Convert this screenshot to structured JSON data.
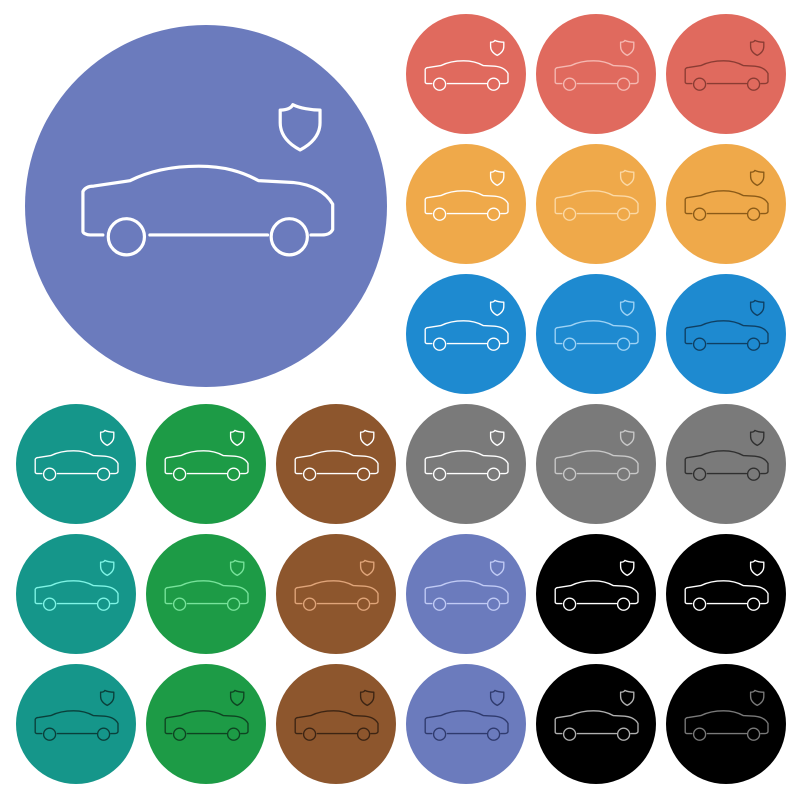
{
  "title": "",
  "large_icon": {
    "name": "car-protection-icon",
    "background": "#6b7bbd",
    "stroke": "#ffffff"
  },
  "icon_variants": [
    {
      "name": "car-protection-icon-red-white",
      "background": "#e06a5e",
      "stroke": "#ffffff"
    },
    {
      "name": "car-protection-icon-red-light",
      "background": "#e06a5e",
      "stroke": "#f5b9b2"
    },
    {
      "name": "car-protection-icon-red-dark",
      "background": "#e06a5e",
      "stroke": "#8a3c33"
    },
    {
      "name": "car-protection-icon-orange-white",
      "background": "#efa94a",
      "stroke": "#ffffff"
    },
    {
      "name": "car-protection-icon-orange-light",
      "background": "#efa94a",
      "stroke": "#fbd9a6"
    },
    {
      "name": "car-protection-icon-orange-dark",
      "background": "#efa94a",
      "stroke": "#8a5a18"
    },
    {
      "name": "car-protection-icon-blue-white",
      "background": "#1e8ad0",
      "stroke": "#ffffff"
    },
    {
      "name": "car-protection-icon-blue-light",
      "background": "#1e8ad0",
      "stroke": "#9fd3f5"
    },
    {
      "name": "car-protection-icon-blue-dark",
      "background": "#1e8ad0",
      "stroke": "#0f3f62"
    },
    {
      "name": "car-protection-icon-teal-white",
      "background": "#15968a",
      "stroke": "#ffffff"
    },
    {
      "name": "car-protection-icon-green-white",
      "background": "#1d9b46",
      "stroke": "#ffffff"
    },
    {
      "name": "car-protection-icon-brown-white",
      "background": "#8d562d",
      "stroke": "#ffffff"
    },
    {
      "name": "car-protection-icon-gray-white",
      "background": "#7a7a7a",
      "stroke": "#ffffff"
    },
    {
      "name": "car-protection-icon-gray-light",
      "background": "#7a7a7a",
      "stroke": "#c9c9c9"
    },
    {
      "name": "car-protection-icon-gray-dark",
      "background": "#7a7a7a",
      "stroke": "#2f2f2f"
    },
    {
      "name": "car-protection-icon-teal-light",
      "background": "#15968a",
      "stroke": "#7ff5e6"
    },
    {
      "name": "car-protection-icon-green-light",
      "background": "#1d9b46",
      "stroke": "#78e39b"
    },
    {
      "name": "car-protection-icon-brown-light",
      "background": "#8d562d",
      "stroke": "#e0a57a"
    },
    {
      "name": "car-protection-icon-indigo-light",
      "background": "#6b7bbd",
      "stroke": "#c1cbf5"
    },
    {
      "name": "car-protection-icon-black-white",
      "background": "#000000",
      "stroke": "#ffffff"
    },
    {
      "name": "car-protection-icon-black-white-2",
      "background": "#000000",
      "stroke": "#ffffff"
    },
    {
      "name": "car-protection-icon-teal-dark",
      "background": "#15968a",
      "stroke": "#0a3f3a"
    },
    {
      "name": "car-protection-icon-green-dark",
      "background": "#1d9b46",
      "stroke": "#0e4321"
    },
    {
      "name": "car-protection-icon-brown-dark",
      "background": "#8d562d",
      "stroke": "#3c2413"
    },
    {
      "name": "car-protection-icon-indigo-dark",
      "background": "#6b7bbd",
      "stroke": "#2f3a6d"
    },
    {
      "name": "car-protection-icon-black-gray",
      "background": "#000000",
      "stroke": "#b0b0b0"
    },
    {
      "name": "car-protection-icon-black-dark-gray",
      "background": "#000000",
      "stroke": "#7a7a7a"
    }
  ]
}
